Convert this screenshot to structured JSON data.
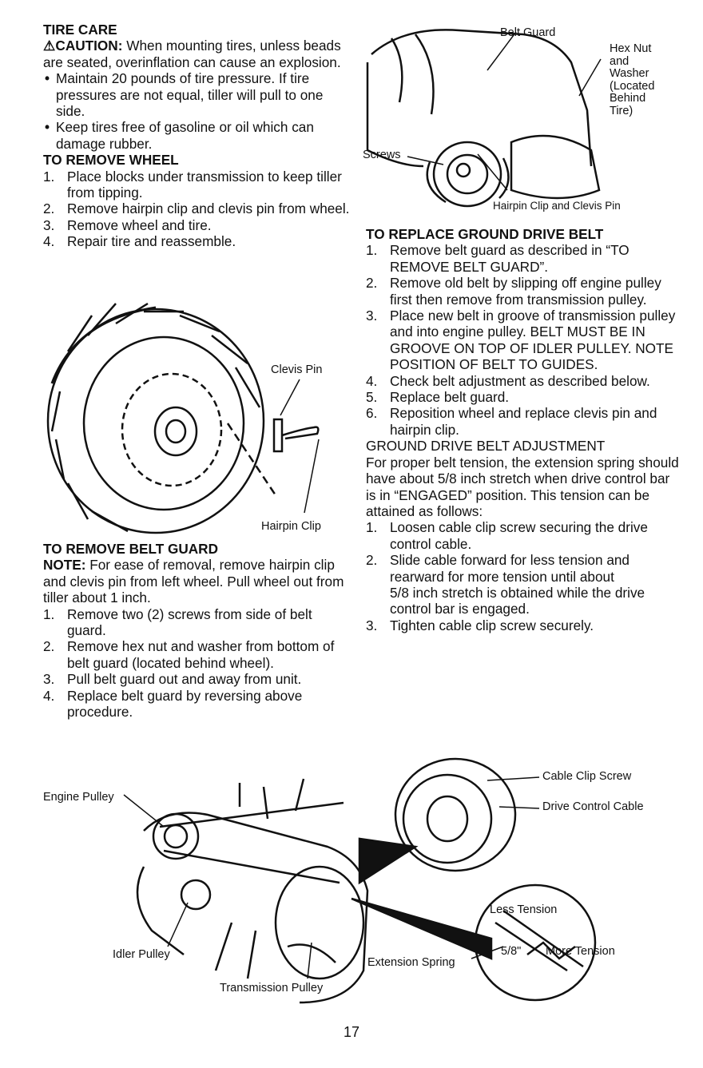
{
  "left": {
    "title": "TIRE CARE",
    "caution_label": "CAUTION:",
    "caution_text": " When mounting tires, unless beads are seated, overinflation can cause an explosion.",
    "bullets": [
      "Maintain 20 pounds of tire pressure.  If tire pressures are not equal, tiller will pull to one side.",
      "Keep tires free of gasoline or oil which can damage rubber."
    ],
    "remove_wheel_title": "TO REMOVE WHEEL",
    "remove_wheel_steps": [
      "Place blocks under transmission to keep tiller from tipping.",
      "Remove hairpin clip and clevis pin from wheel.",
      "Remove wheel and tire.",
      "Repair tire and reassemble."
    ],
    "belt_guard_title": "TO REMOVE BELT GUARD",
    "note_label": "NOTE:",
    "note_text": " For ease of removal, remove hairpin clip and clevis pin from left wheel. Pull wheel out from tiller about 1 inch.",
    "belt_guard_steps": [
      "Remove two (2) screws from side of belt guard.",
      "Remove hex nut and washer from bottom of belt guard (located behind wheel).",
      "Pull belt guard out and away from unit.",
      "Replace belt guard by reversing above procedure."
    ]
  },
  "right": {
    "replace_title": "TO REPLACE GROUND DRIVE BELT",
    "replace_steps": [
      "Remove belt guard as described in “TO REMOVE BELT GUARD”.",
      "Remove old belt by slipping off engine pulley first then remove from transmission pulley.",
      "Place new  belt in groove of transmission pulley and into engine pulley. BELT MUST BE IN GROOVE ON TOP OF IDLER PULLEY.  NOTE POSITION OF BELT TO GUIDES.",
      "Check belt adjustment as described below.",
      "Replace belt guard.",
      "Reposition wheel and replace clevis pin and hairpin clip."
    ],
    "adjust_title": "GROUND DRIVE BELT ADJUSTMENT",
    "adjust_text": "For proper belt tension, the extension spring should have about 5/8 inch stretch when drive control bar is in “ENGAGED” position.  This tension can be attained as follows:",
    "adjust_steps": [
      "Loosen cable clip screw securing the drive control cable.",
      "Slide cable forward for less tension and rearward for more tension until about\n5/8 inch stretch is obtained while the drive control bar is engaged.",
      "Tighten cable clip screw securely."
    ]
  },
  "figures": {
    "belt_guard": {
      "belt_guard": "Belt Guard",
      "hex_nut": "Hex Nut\nand\nWasher\n(Located\nBehind\nTire)",
      "screws": "Screws",
      "hairpin": "Hairpin Clip and Clevis Pin"
    },
    "wheel": {
      "clevis_pin": "Clevis Pin",
      "hairpin_clip": "Hairpin Clip"
    },
    "drive": {
      "engine_pulley": "Engine Pulley",
      "idler_pulley": "Idler Pulley",
      "transmission_pulley": "Transmission Pulley",
      "extension_spring": "Extension Spring",
      "cable_clip_screw": "Cable Clip Screw",
      "drive_control_cable": "Drive Control Cable",
      "less_tension": "Less Tension",
      "more_tension": "More Tension",
      "five_eighths": "5/8\""
    }
  },
  "page_number": "17"
}
